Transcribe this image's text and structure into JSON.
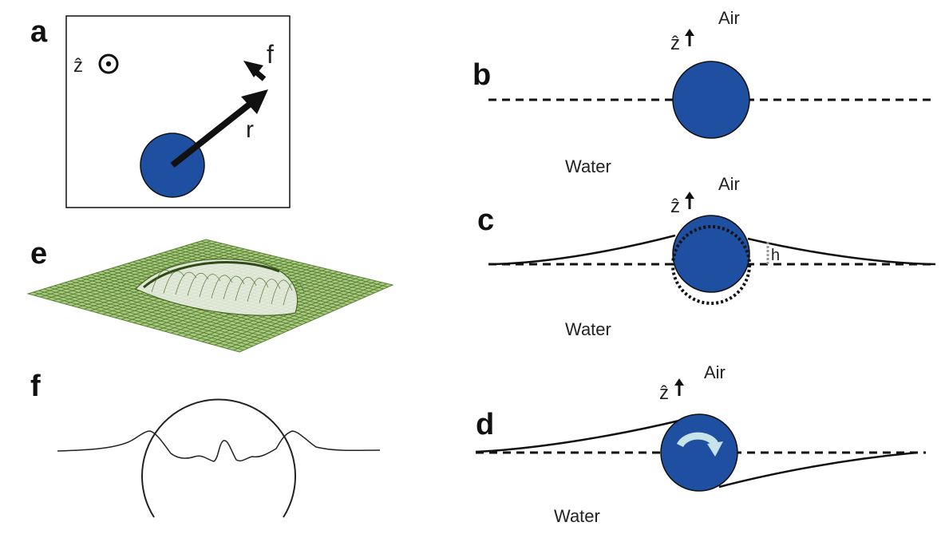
{
  "colors": {
    "particle": "#1f4fa1",
    "outline": "#111111",
    "mesh_fill": "#a9c882",
    "mesh_line": "#4e7a25",
    "rotation_arrow": "#c8e3ea"
  },
  "panels": {
    "a": {
      "letter": "a",
      "axis_label": "ẑ",
      "force_label": "f",
      "radius_label": "r"
    },
    "b": {
      "letter": "b",
      "top_medium": "Air",
      "bottom_medium": "Water",
      "axis_label": "ẑ"
    },
    "c": {
      "letter": "c",
      "top_medium": "Air",
      "bottom_medium": "Water",
      "axis_label": "ẑ",
      "height_label": "h"
    },
    "d": {
      "letter": "d",
      "top_medium": "Air",
      "bottom_medium": "Water",
      "axis_label": "ẑ"
    },
    "e": {
      "letter": "e"
    },
    "f": {
      "letter": "f"
    }
  }
}
